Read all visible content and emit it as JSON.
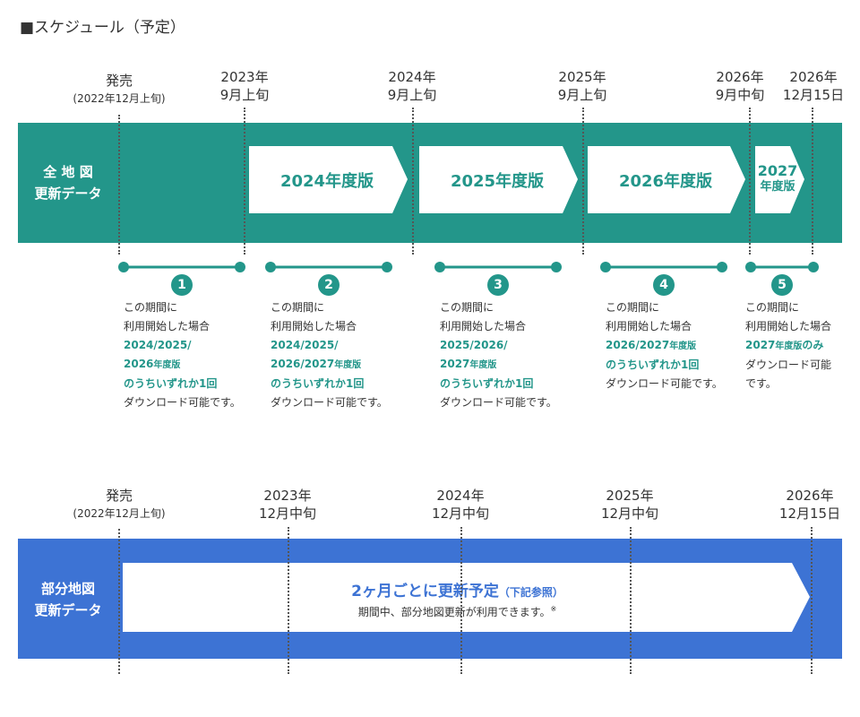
{
  "heading": "■スケジュール（予定）",
  "colors": {
    "teal": "#23968a",
    "blue": "#3d73d4",
    "white": "#ffffff"
  },
  "full_map": {
    "label_line1": "全 地 図",
    "label_line2": "更新データ",
    "dates": [
      {
        "line1": "発売",
        "line2": "(2022年12月上旬)"
      },
      {
        "line1": "2023年",
        "line2": "9月上旬"
      },
      {
        "line1": "2024年",
        "line2": "9月上旬"
      },
      {
        "line1": "2025年",
        "line2": "9月上旬"
      },
      {
        "line1": "2026年",
        "line2": "9月中旬"
      },
      {
        "line1": "2026年",
        "line2": "12月15日"
      }
    ],
    "versions": [
      {
        "label": "2024年度版"
      },
      {
        "label": "2025年度版"
      },
      {
        "label": "2026年度版"
      },
      {
        "line1": "2027",
        "line2": "年度版"
      }
    ],
    "periods": [
      {
        "num": "1",
        "l1": "この期間に",
        "l2": "利用開始した場合",
        "h1": "2024/2025/",
        "h2a": "2026",
        "h2b": "年度版",
        "h3": "のうちいずれか1回",
        "l3": "ダウンロード可能です。"
      },
      {
        "num": "2",
        "l1": "この期間に",
        "l2": "利用開始した場合",
        "h1": "2024/2025/",
        "h2a": "2026/2027",
        "h2b": "年度版",
        "h3": "のうちいずれか1回",
        "l3": "ダウンロード可能です。"
      },
      {
        "num": "3",
        "l1": "この期間に",
        "l2": "利用開始した場合",
        "h1": "2025/2026/",
        "h2a": "2027",
        "h2b": "年度版",
        "h3": "のうちいずれか1回",
        "l3": "ダウンロード可能です。"
      },
      {
        "num": "4",
        "l1": "この期間に",
        "l2": "利用開始した場合",
        "h1a": "2026/2027",
        "h1b": "年度版",
        "h2": "のうちいずれか1回",
        "l3": "ダウンロード可能です。"
      },
      {
        "num": "5",
        "l1": "この期間に",
        "l2": "利用開始した場合",
        "h1a": "2027",
        "h1b": "年度版",
        "h1c": "のみ",
        "l3": "ダウンロード可能",
        "l4": "です。"
      }
    ]
  },
  "partial_map": {
    "label_line1": "部分地図",
    "label_line2": "更新データ",
    "dates": [
      {
        "line1": "発売",
        "line2": "(2022年12月上旬)"
      },
      {
        "line1": "2023年",
        "line2": "12月中旬"
      },
      {
        "line1": "2024年",
        "line2": "12月中旬"
      },
      {
        "line1": "2025年",
        "line2": "12月中旬"
      },
      {
        "line1": "2026年",
        "line2": "12月15日"
      }
    ],
    "main_text": "2ヶ月ごとに更新予定",
    "main_sub": "（下記参照）",
    "note": "期間中、部分地図更新が利用できます。",
    "note_mark": "※"
  }
}
